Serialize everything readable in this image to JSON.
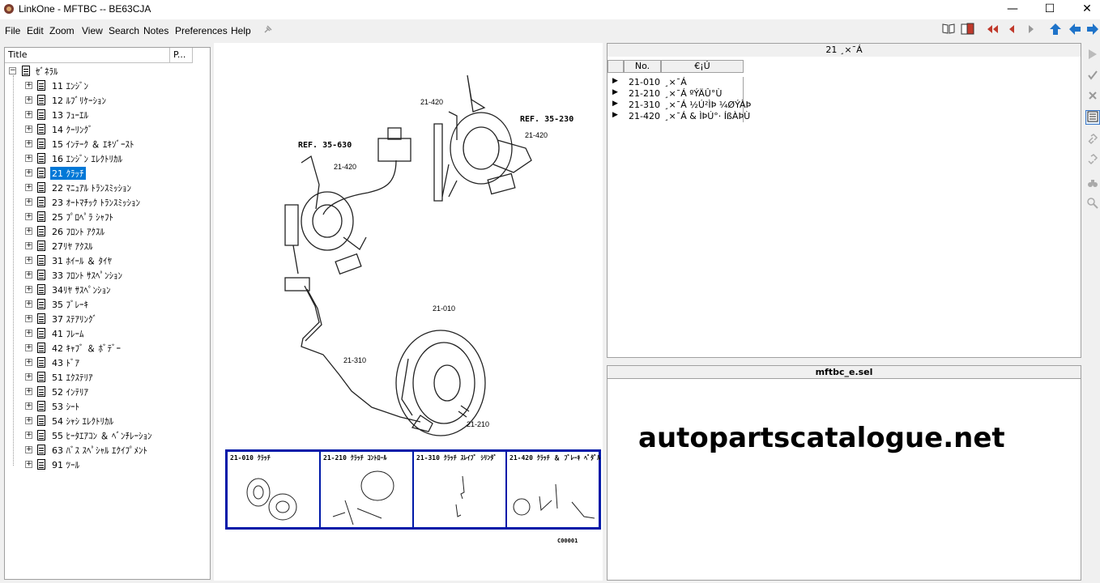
{
  "window": {
    "title": "LinkOne - MFTBC -- BE63CJA",
    "minimize": "—",
    "maximize": "☐",
    "close": "✕"
  },
  "menu": [
    {
      "label": "File"
    },
    {
      "label": "Edit"
    },
    {
      "label": "Zoom"
    },
    {
      "label": "View"
    },
    {
      "label": "Search"
    },
    {
      "label": "Notes"
    },
    {
      "label": "Preferences"
    },
    {
      "label": "Help"
    }
  ],
  "toolbar": {
    "pin_icon": "pin-icon",
    "book_icon": "book-icon",
    "bookmark_icon": "bookmark-icon",
    "first_icon": "first-icon",
    "prev_icon": "prev-icon",
    "next_icon": "next-icon",
    "up_icon": "up-arrow-icon",
    "back_icon": "back-arrow-icon",
    "forward_icon": "forward-arrow-icon"
  },
  "tree": {
    "col_title": "Title",
    "col_page": "P...",
    "root": "ｾﾞﾈﾗﾙ",
    "items": [
      {
        "label": "11 ｴﾝｼﾞﾝ"
      },
      {
        "label": "12 ﾙﾌﾞﾘｹｰｼｮﾝ"
      },
      {
        "label": "13 ﾌｭｰｴﾙ"
      },
      {
        "label": "14 ｸｰﾘﾝｸﾞ"
      },
      {
        "label": "15 ｲﾝﾃｰｸ ＆ ｴｷｿﾞｰｽﾄ"
      },
      {
        "label": "16 ｴﾝｼﾞﾝ ｴﾚｸﾄﾘｶﾙ"
      },
      {
        "label": "21 ｸﾗｯﾁ",
        "selected": true
      },
      {
        "label": "22 ﾏﾆｭｱﾙ ﾄﾗﾝｽﾐｯｼｮﾝ"
      },
      {
        "label": "23 ｵｰﾄﾏﾁｯｸ ﾄﾗﾝｽﾐｯｼｮﾝ"
      },
      {
        "label": "25 ﾌﾟﾛﾍﾟﾗ ｼｬﾌﾄ"
      },
      {
        "label": "26 ﾌﾛﾝﾄ ｱｸｽﾙ"
      },
      {
        "label": "27ﾘﾔ ｱｸｽﾙ"
      },
      {
        "label": "31 ﾎｲｰﾙ ＆ ﾀｲﾔ"
      },
      {
        "label": "33 ﾌﾛﾝﾄ ｻｽﾍﾟﾝｼｮﾝ"
      },
      {
        "label": "34ﾘﾔ ｻｽﾍﾟﾝｼｮﾝ"
      },
      {
        "label": "35 ﾌﾞﾚｰｷ"
      },
      {
        "label": "37 ｽﾃｱﾘﾝｸﾞ"
      },
      {
        "label": "41 ﾌﾚｰﾑ"
      },
      {
        "label": "42 ｷｬﾌﾞ ＆ ﾎﾞﾃﾞｰ"
      },
      {
        "label": "43 ﾄﾞｱ"
      },
      {
        "label": "51 ｴｸｽﾃﾘｱ"
      },
      {
        "label": "52 ｲﾝﾃﾘｱ"
      },
      {
        "label": "53 ｼｰﾄ"
      },
      {
        "label": "54 ｼｬｼ ｴﾚｸﾄﾘｶﾙ"
      },
      {
        "label": "55 ﾋｰﾀｴｱｺﾝ ＆ ﾍﾞﾝﾁﾚｰｼｮﾝ"
      },
      {
        "label": "63 ﾊﾞｽ ｽﾍﾟｼｬﾙ ｴｸｲﾌﾟﾒﾝﾄ"
      },
      {
        "label": "91 ﾂｰﾙ"
      }
    ]
  },
  "diagram": {
    "labels": [
      "21-420",
      "21-420",
      "21-420",
      "21-010",
      "21-310",
      "21-210"
    ],
    "refs": [
      "REF. 35-230",
      "REF. 35-630"
    ],
    "thumbs": [
      {
        "label": "21-010 ｸﾗｯﾁ"
      },
      {
        "label": "21-210 ｸﾗｯﾁ ｺﾝﾄﾛｰﾙ"
      },
      {
        "label": "21-310 ｸﾗｯﾁ ｽﾚｲﾌﾞ ｼﾘﾝﾀﾞ"
      },
      {
        "label": "21-420 ｸﾗｯﾁ ＆ ﾌﾞﾚｰｷ ﾍﾟﾀﾞﾙ"
      }
    ],
    "code": "C00001"
  },
  "parts_list": {
    "title": "21 ¸×¯Á",
    "col_no": "No.",
    "col_name": "€¡Ú",
    "rows": [
      {
        "no": "21-010",
        "name": "¸×¯Á"
      },
      {
        "no": "21-210",
        "name": "¸×¯Á ºÝÄÛ°Ù"
      },
      {
        "no": "21-310",
        "name": "¸×¯Á ½Ú²ÌÞ ¼ØÝÀÞ"
      },
      {
        "no": "21-420",
        "name": "¸×¯Á & ÌÞÚ°· ÍßÀÞÙ"
      }
    ]
  },
  "selection": {
    "title": "mftbc_e.sel"
  },
  "watermark": "autopartscatalogue.net"
}
